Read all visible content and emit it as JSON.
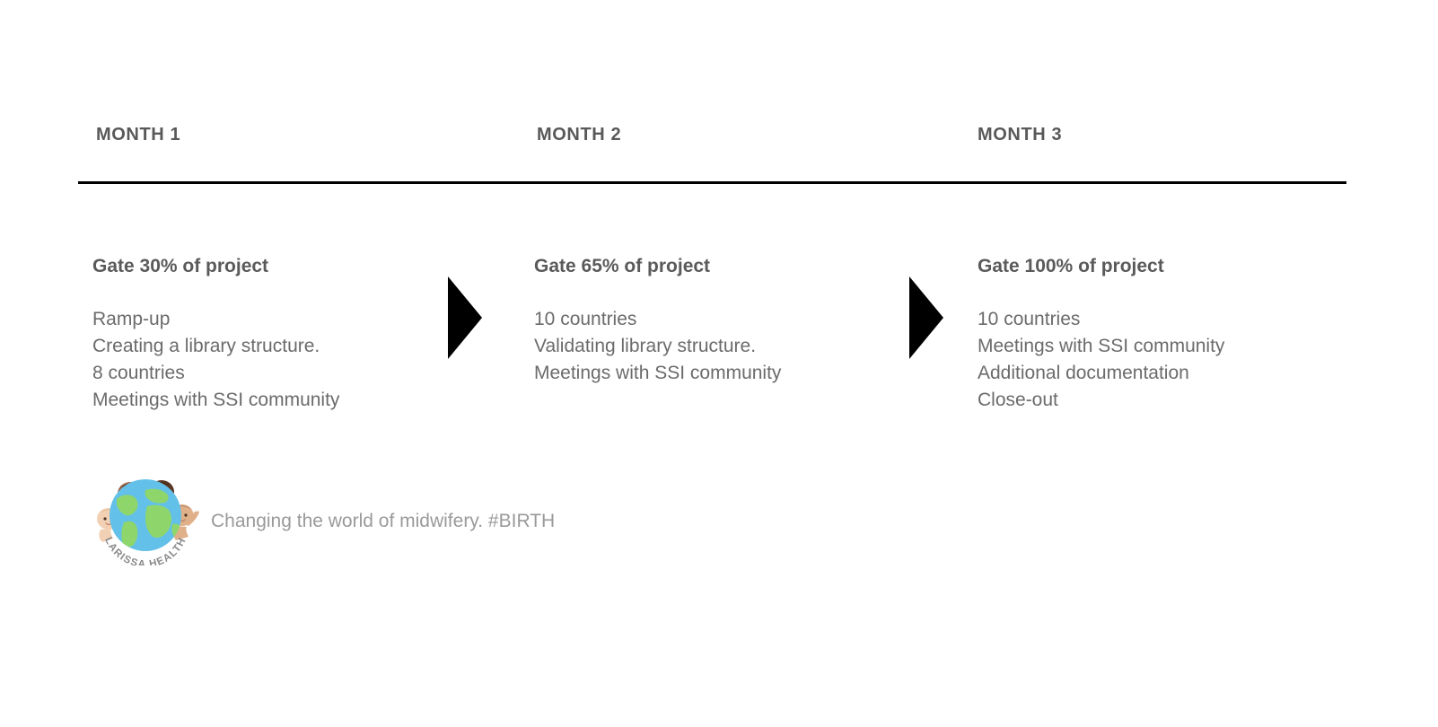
{
  "slide": {
    "background_color": "#ffffff",
    "divider_color": "#000000",
    "arrow_color": "#000000",
    "heading_color": "#595959",
    "gate_title_color": "#5a5a5a",
    "body_text_color": "#6b6b6b",
    "tagline_color": "#9a9a9a"
  },
  "timeline": {
    "headers": [
      {
        "label": "MONTH 1"
      },
      {
        "label": "MONTH 2"
      },
      {
        "label": "MONTH 3"
      }
    ],
    "columns": [
      {
        "gate_title": "Gate 30% of project",
        "items": [
          "Ramp-up",
          "Creating a library structure.",
          "8 countries",
          "Meetings with SSI community"
        ]
      },
      {
        "gate_title": "Gate 65% of project",
        "items": [
          "10 countries",
          "Validating library structure.",
          "Meetings with SSI community"
        ]
      },
      {
        "gate_title": "Gate 100% of project",
        "items": [
          "10 countries",
          "Meetings with SSI community",
          "Additional documentation",
          "Close-out"
        ]
      }
    ],
    "arrows": [
      {
        "name": "arrow-month1-to-month2"
      },
      {
        "name": "arrow-month2-to-month3"
      }
    ]
  },
  "footer": {
    "logo": {
      "brand_text": "LARISSA.HEALTH",
      "globe_ocean_color": "#63c0e8",
      "globe_land_color": "#8ed66b",
      "brand_text_color": "#8a8a8a",
      "children_skin_tones": [
        "#f2d0b4",
        "#9e6b4a",
        "#5b3824",
        "#e0b089"
      ],
      "children_hair_color": "#6b4226"
    },
    "tagline": "Changing the world of midwifery. #BIRTH"
  }
}
